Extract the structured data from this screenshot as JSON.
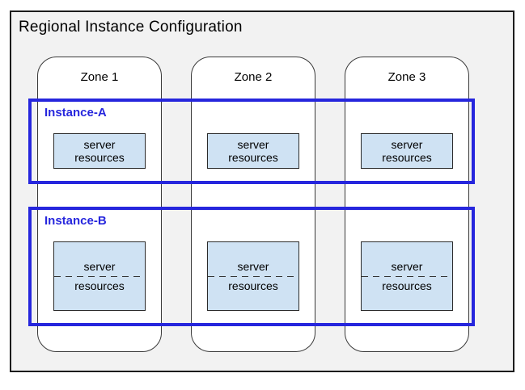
{
  "title": "Regional Instance Configuration",
  "zones": [
    {
      "label": "Zone 1"
    },
    {
      "label": "Zone 2"
    },
    {
      "label": "Zone 3"
    }
  ],
  "instances": [
    {
      "label": "Instance-A",
      "server_boxes": [
        {
          "line1": "server",
          "line2": "resources"
        },
        {
          "line1": "server",
          "line2": "resources"
        },
        {
          "line1": "server",
          "line2": "resources"
        }
      ]
    },
    {
      "label": "Instance-B",
      "server_boxes": [
        {
          "line1": "server",
          "line2": "resources",
          "divider": "dashed"
        },
        {
          "line1": "server",
          "line2": "resources",
          "divider": "dashed"
        },
        {
          "line1": "server",
          "line2": "resources",
          "divider": "dashed"
        }
      ]
    }
  ],
  "colors": {
    "region_background": "#f2f2f2",
    "region_border": "#1c1c1c",
    "zone_fill": "#ffffff",
    "zone_border": "#3a3a3a",
    "instance_border": "#2626dd",
    "instance_label": "#2626dd",
    "server_box_fill": "#cfe2f3",
    "server_box_border": "#2b2b2b"
  }
}
